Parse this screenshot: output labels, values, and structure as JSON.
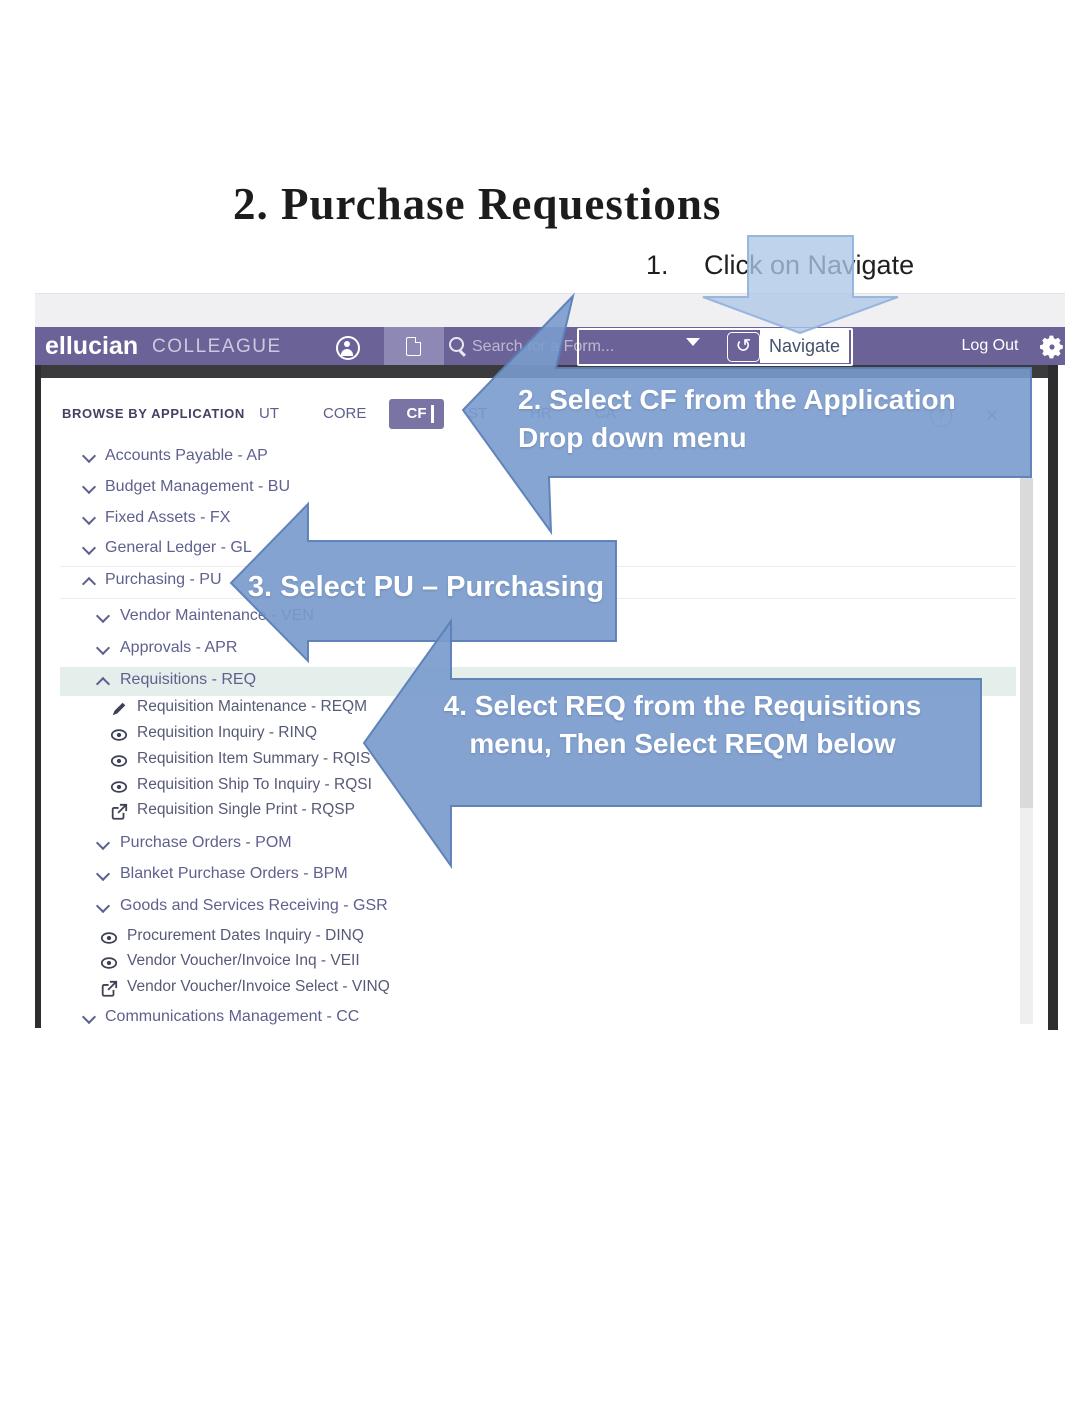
{
  "doc": {
    "title": "2. Purchase Requestions",
    "step1_number": "1.",
    "step1_text": "Click on Navigate"
  },
  "header": {
    "brand": "ellucian",
    "product": "COLLEAGUE",
    "search_placeholder": "Search for a Form...",
    "navigate_label": "Navigate",
    "logout_label": "Log Out",
    "icons": [
      "person-icon",
      "document-icon",
      "search-icon",
      "dropdown-caret-icon",
      "history-icon",
      "gear-icon"
    ]
  },
  "panel": {
    "title": "BROWSE BY APPLICATION",
    "tabs": [
      {
        "label": "UT",
        "selected": false
      },
      {
        "label": "CORE",
        "selected": false
      },
      {
        "label": "CF",
        "selected": true
      },
      {
        "label": "ST",
        "selected": false
      },
      {
        "label": "HR",
        "selected": false
      },
      {
        "label": "CA",
        "selected": false
      }
    ],
    "help_label": "?",
    "close_label": "×"
  },
  "tree": {
    "items": [
      {
        "label": "Accounts Payable - AP",
        "icon": "chevron-down",
        "level": 1
      },
      {
        "label": "Budget Management - BU",
        "icon": "chevron-down",
        "level": 1
      },
      {
        "label": "Fixed Assets - FX",
        "icon": "chevron-down",
        "level": 1
      },
      {
        "label": "General Ledger - GL",
        "icon": "chevron-down",
        "level": 1
      },
      {
        "label": "Purchasing - PU",
        "icon": "chevron-up",
        "level": 1,
        "expanded": true
      },
      {
        "label": "Vendor Maintenance - VEN",
        "icon": "chevron-down",
        "level": 2
      },
      {
        "label": "Approvals - APR",
        "icon": "chevron-down",
        "level": 2
      },
      {
        "label": "Requisitions - REQ",
        "icon": "chevron-up",
        "level": 2,
        "expanded": true,
        "highlighted": true
      },
      {
        "label": "Requisition Maintenance - REQM",
        "icon": "pencil",
        "level": 3
      },
      {
        "label": "Requisition Inquiry - RINQ",
        "icon": "eye",
        "level": 3
      },
      {
        "label": "Requisition Item Summary - RQIS",
        "icon": "eye",
        "level": 3
      },
      {
        "label": "Requisition Ship To Inquiry - RQSI",
        "icon": "eye",
        "level": 3
      },
      {
        "label": "Requisition Single Print - RQSP",
        "icon": "export",
        "level": 3
      },
      {
        "label": "Purchase Orders - POM",
        "icon": "chevron-down",
        "level": 2
      },
      {
        "label": "Blanket Purchase Orders - BPM",
        "icon": "chevron-down",
        "level": 2
      },
      {
        "label": "Goods and Services Receiving - GSR",
        "icon": "chevron-down",
        "level": 2
      },
      {
        "label": "Procurement Dates Inquiry - DINQ",
        "icon": "eye",
        "level": 2
      },
      {
        "label": "Vendor Voucher/Invoice Inq - VEII",
        "icon": "eye",
        "level": 2
      },
      {
        "label": "Vendor Voucher/Invoice Select - VINQ",
        "icon": "export",
        "level": 2
      },
      {
        "label": "Communications Management - CC",
        "icon": "chevron-down",
        "level": 1
      }
    ]
  },
  "callouts": {
    "step2": {
      "line1": "2. Select CF from the Application",
      "line2": "Drop down menu"
    },
    "step3": {
      "text": "3. Select PU – Purchasing"
    },
    "step4": {
      "line1": "4. Select REQ from the Requisitions",
      "line2": "menu, Then Select REQM below"
    }
  },
  "colors": {
    "header_purple": "#6b6398",
    "selected_tab_purple": "#7a74a5",
    "callout_blue": "#7a9bcd",
    "navigate_arrow_blue": "#aec6e8",
    "highlight_row": "#e4efec",
    "tree_text": "#5e608e"
  }
}
